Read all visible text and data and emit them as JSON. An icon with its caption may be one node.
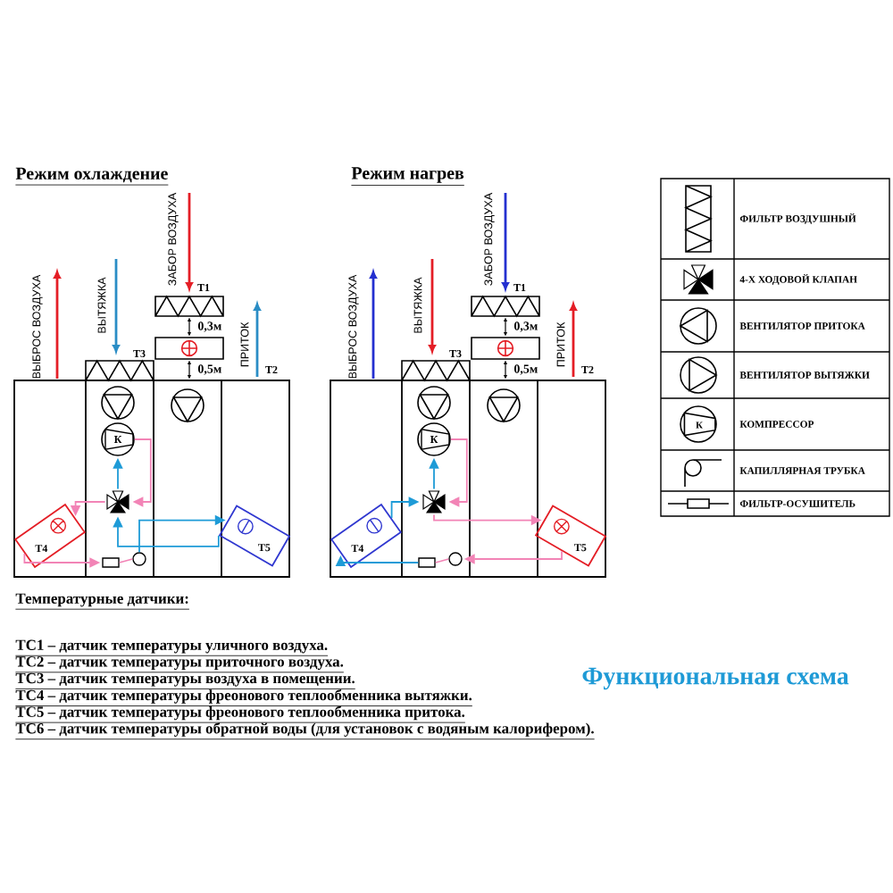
{
  "diagram": {
    "title": "Функциональная схема",
    "nodes": [
      {
        "text": [
          "К"
        ]
      },
      {
        "text": [],
        "shape": "valve"
      },
      {
        "text": [
          "T4"
        ]
      },
      {
        "text": [
          "T5"
        ]
      },
      {
        "text": [],
        "shape": "box"
      },
      {
        "text": [],
        "shape": "circle"
      },
      {
        "text": [
          "К"
        ]
      },
      {
        "text": [],
        "shape": "valve"
      },
      {
        "text": [
          "T4"
        ]
      },
      {
        "text": [
          "T5"
        ]
      },
      {
        "text": [],
        "shape": "box"
      },
      {
        "text": [],
        "shape": "circle"
      }
    ],
    "edges": [
      {
        "from": 0,
        "to": 1,
        "arrow": "to",
        "color": "#f284b6"
      },
      {
        "from": 1,
        "to": 2,
        "arrow": "to",
        "color": "#f284b6"
      },
      {
        "from": 2,
        "to": 4,
        "arrow": "to",
        "color": "#f284b6"
      },
      {
        "from": 4,
        "to": 5,
        "arrow": "none",
        "color": "#f284b6"
      },
      {
        "from": 5,
        "to": 3,
        "arrow": "to",
        "color": "#1e9bd7"
      },
      {
        "from": 3,
        "to": 1,
        "arrow": "to",
        "color": "#1e9bd7"
      },
      {
        "from": 1,
        "to": 0,
        "arrow": "to",
        "color": "#1e9bd7"
      },
      {
        "from": 6,
        "to": 7,
        "arrow": "to",
        "color": "#f284b6"
      },
      {
        "from": 7,
        "to": 9,
        "arrow": "to",
        "color": "#f284b6"
      },
      {
        "from": 9,
        "to": 11,
        "arrow": "to",
        "color": "#f284b6"
      },
      {
        "from": 11,
        "to": 10,
        "arrow": "none",
        "color": "#f284b6"
      },
      {
        "from": 10,
        "to": 8,
        "arrow": "to",
        "color": "#1e9bd7"
      },
      {
        "from": 8,
        "to": 7,
        "arrow": "to",
        "color": "#1e9bd7"
      },
      {
        "from": 7,
        "to": 6,
        "arrow": "to",
        "color": "#1e9bd7"
      }
    ],
    "labels": [
      "Режим охлаждение",
      "ВЫБРОС ВОЗДУХА",
      "ВЫТЯЖКА",
      "ЗАБОР ВОЗДУХА",
      "T1",
      "0,3м",
      "T3",
      "ПРИТОК",
      "0,5м",
      "T2",
      "Режим нагрев",
      "ВЫБРОС ВОЗДУХА",
      "ВЫТЯЖКА",
      "ЗАБОР ВОЗДУХА",
      "T1",
      "0,3м",
      "T3",
      "ПРИТОК",
      "0,5м",
      "T2",
      "К",
      "Температурные датчики:",
      "ТС1 – датчик температуры уличного воздуха.",
      "ТС2 – датчик температуры приточного воздуха.",
      "ТС3 – датчик температуры воздуха в помещении.",
      "ТС4 – датчик температуры фреонового теплообменника вытяжки.",
      "ТС5 – датчик температуры фреонового теплообменника притока.",
      "ТС6 – датчик температуры обратной воды (для установок с водяным калорифером)."
    ],
    "legend": [
      {
        "text": "ФИЛЬТР ВОЗДУШНЫЙ"
      },
      {
        "text": "4-Х ХОДОВОЙ КЛАПАН"
      },
      {
        "text": "ВЕНТИЛЯТОР ПРИТОКА"
      },
      {
        "text": "ВЕНТИЛЯТОР ВЫТЯЖКИ"
      },
      {
        "text": "КОМПРЕССОР"
      },
      {
        "text": "КАПИЛЛЯРНАЯ ТРУБКА"
      },
      {
        "text": "ФИЛЬТР-ОСУШИТЕЛЬ"
      }
    ]
  }
}
